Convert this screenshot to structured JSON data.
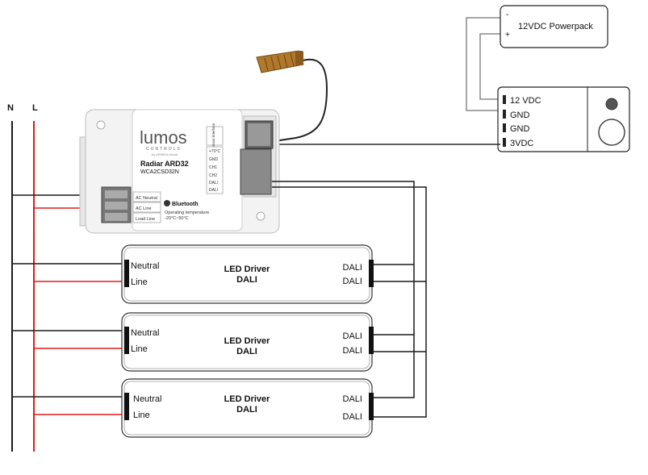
{
  "bus": {
    "n_label": "N",
    "l_label": "L"
  },
  "colors": {
    "neutral": "#1a1a1a",
    "line": "#e21a1a",
    "dali": "#1a1a1a",
    "sensor_wire": "#2a2a2a"
  },
  "powerpack": {
    "minus": "-",
    "plus": "+",
    "label": "12VDC Powerpack"
  },
  "sensor_module": {
    "pins": [
      "12 VDC",
      "GND",
      "GND",
      "3VDC"
    ]
  },
  "radiar": {
    "logo": "lumos",
    "logo_sub": "CONTROLS",
    "brand_line": "by WISEKA brand",
    "model": "Radiar ARD32",
    "sku": "WCA2CSD32N",
    "bluetooth": "Bluetooth",
    "op_temp_label": "Operating temperature",
    "op_temp_range": "-20°C~50°C",
    "terminals": [
      "AC Neutral",
      "AC Line",
      "Load Line"
    ],
    "sensor_interface": "Sensor interface",
    "pins": [
      "+70°C",
      "GND",
      "CH1",
      "CH2",
      "DALI",
      "DALI"
    ]
  },
  "drivers": [
    {
      "neutral": "Neutral",
      "line": "Line",
      "title1": "LED Driver",
      "title2": "DALI",
      "dali1": "DALI",
      "dali2": "DALI"
    },
    {
      "neutral": "Neutral",
      "line": "Line",
      "title1": "LED Driver",
      "title2": "DALI",
      "dali1": "DALI",
      "dali2": "DALI"
    },
    {
      "neutral": "Neutral",
      "line": "Line",
      "title1": "LED Driver",
      "title2": "DALI",
      "dali1": "DALI",
      "dali2": "DALI"
    }
  ]
}
